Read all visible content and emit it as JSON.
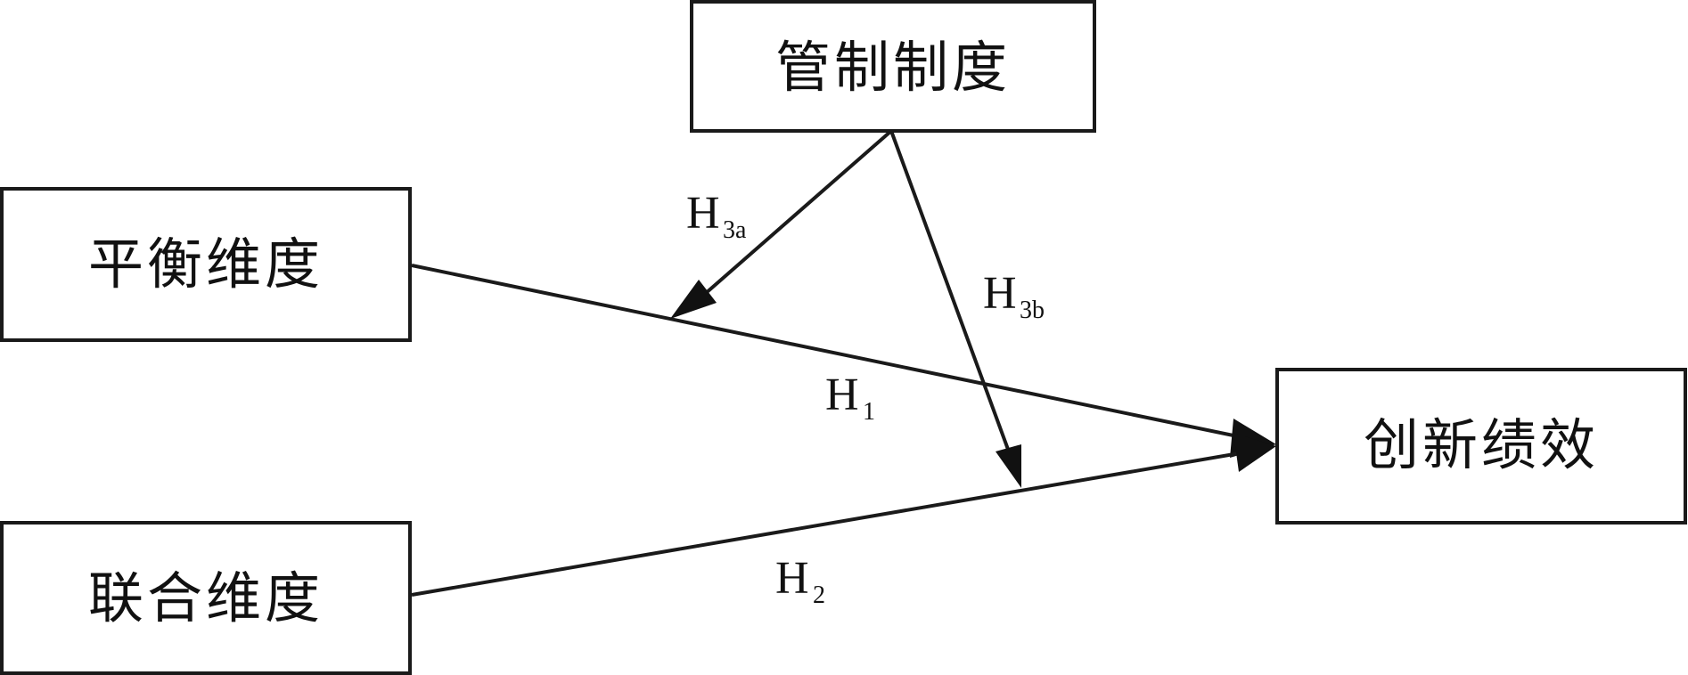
{
  "nodes": {
    "regulatory": "管制制度",
    "balance": "平衡维度",
    "joint": "联合维度",
    "innovation": "创新绩效"
  },
  "edges": {
    "h1": {
      "main": "H",
      "sub": "1"
    },
    "h2": {
      "main": "H",
      "sub": "2"
    },
    "h3a": {
      "main": "H",
      "sub": "3a"
    },
    "h3b": {
      "main": "H",
      "sub": "3b"
    }
  },
  "colors": {
    "stroke": "#1a1a1a",
    "background": "#ffffff"
  }
}
